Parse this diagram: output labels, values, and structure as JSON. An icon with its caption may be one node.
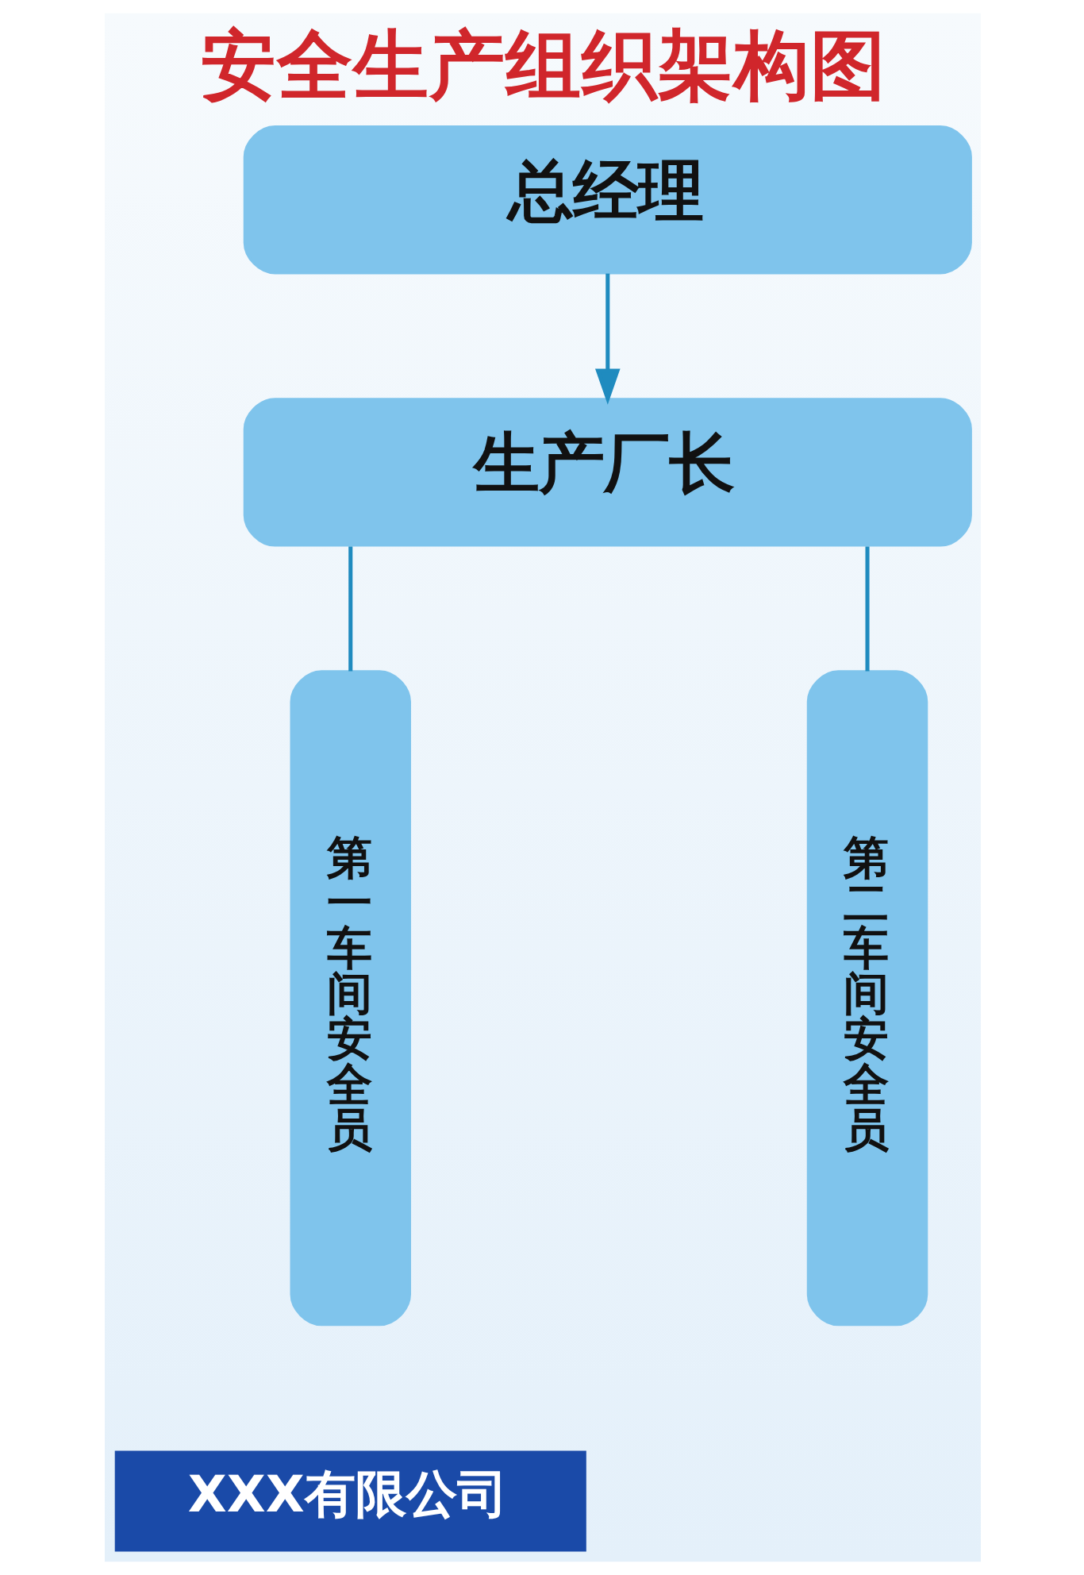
{
  "diagram": {
    "title": "安全生产组织架构图",
    "nodes": [
      {
        "text": [
          "总经理"
        ]
      },
      {
        "text": [
          "生产厂长"
        ]
      },
      {
        "text": [
          "第一车间安全员"
        ]
      },
      {
        "text": [
          "第二车间安全员"
        ]
      }
    ],
    "edges": [
      {
        "from": 0,
        "to": 1,
        "arrow": "to"
      },
      {
        "from": 1,
        "to": 2,
        "arrow": "none"
      },
      {
        "from": 1,
        "to": 3,
        "arrow": "none"
      }
    ],
    "labels": [
      "XXX有限公司"
    ]
  }
}
